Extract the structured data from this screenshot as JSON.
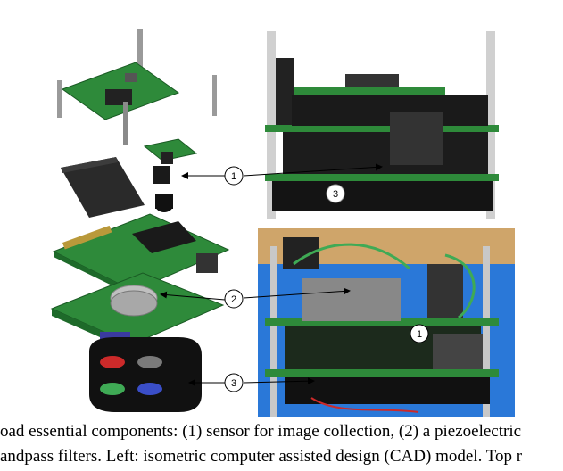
{
  "figure": {
    "callouts": [
      {
        "number": "1"
      },
      {
        "number": "2"
      },
      {
        "number": "3"
      }
    ]
  },
  "caption": {
    "line1": "oad essential components: (1) sensor for image collection, (2) a piezoelectric",
    "line2": "andpass filters. Left: isometric computer assisted design (CAD) model. Top r"
  }
}
